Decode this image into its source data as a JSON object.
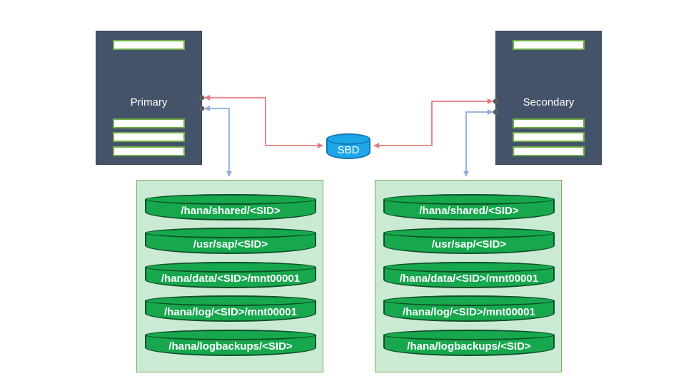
{
  "colors": {
    "server_fill": "#45536a",
    "server_border": "#39465a",
    "bar_border": "#70ad47",
    "sbd_fill": "#1ca7e8",
    "sbd_border": "#1877b7",
    "container_fill": "#cbead3",
    "container_border": "#74b25a",
    "volume_fill": "#17a84e",
    "volume_border": "#0d4f28",
    "arrow_red": "#e8797b",
    "arrow_blue": "#8faadc",
    "connector_dot": "#595959"
  },
  "servers": {
    "primary": {
      "label": "Primary"
    },
    "secondary": {
      "label": "Secondary"
    }
  },
  "sbd": {
    "label": "SBD"
  },
  "storage_left": {
    "volumes": [
      "/hana/shared/<SID>",
      "/usr/sap/<SID>",
      "/hana/data/<SID>/mnt00001",
      "/hana/log/<SID>/mnt00001",
      "/hana/logbackups/<SID>"
    ]
  },
  "storage_right": {
    "volumes": [
      "/hana/shared/<SID>",
      "/usr/sap/<SID>",
      "/hana/data/<SID>/mnt00001",
      "/hana/log/<SID>/mnt00001",
      "/hana/logbackups/<SID>"
    ]
  }
}
